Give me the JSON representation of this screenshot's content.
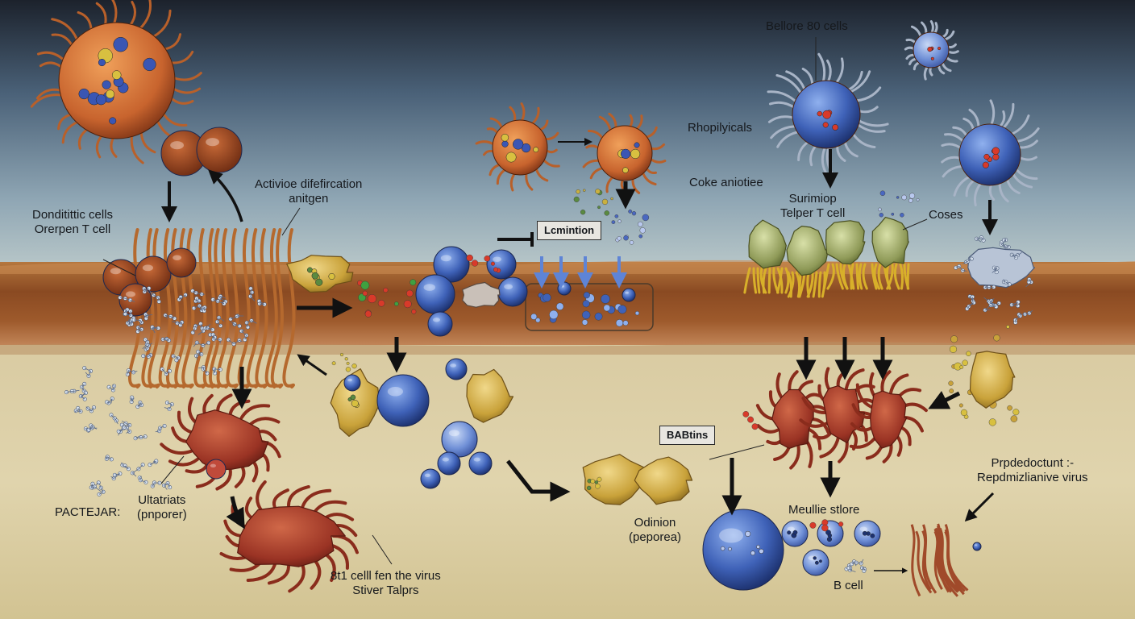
{
  "labels": {
    "before_b_cells": "Bellore 80 cells",
    "rhopilyicals": "Rhopilyicals",
    "coke_aniotiee": "Coke aniotiee",
    "surimiop_helper": "Surimiop\nTelper T cell",
    "coses": "Coses",
    "activioe_diff": "Activioe difefircation\nanitgen",
    "dendritic_opener": "Donditittic cells\nOrerpen T cell",
    "luminstion": "Lcmintion",
    "babtins": "BABtins",
    "pactejar": "PACTEJAR:",
    "ultatriats": "Ultatriats\n(pnporer)",
    "killer_cell": "8t1 celll fen the virus\nStiver Talprs",
    "odinion": "Odinion\n(peporea)",
    "memory_cells": "Meullie stlore",
    "b_cell": "B cell",
    "reproductive_virus": "Prpdedoctunt :-\nRepdmizlianive virus"
  },
  "colors": {
    "sky_top": "#1c222c",
    "sky_mid": "#5d7891",
    "sky_low": "#a9bdc6",
    "tissue_band": "#9c5a2e",
    "tissue_dark": "#6e3a1c",
    "ground": "#d6caa0",
    "ground_light": "#e2d9b5",
    "cell_orange": "#c8642e",
    "cell_blue": "#3f62b8",
    "cell_red": "#a03a2a",
    "cell_yellow": "#c9a23a",
    "arrow": "#111111"
  }
}
